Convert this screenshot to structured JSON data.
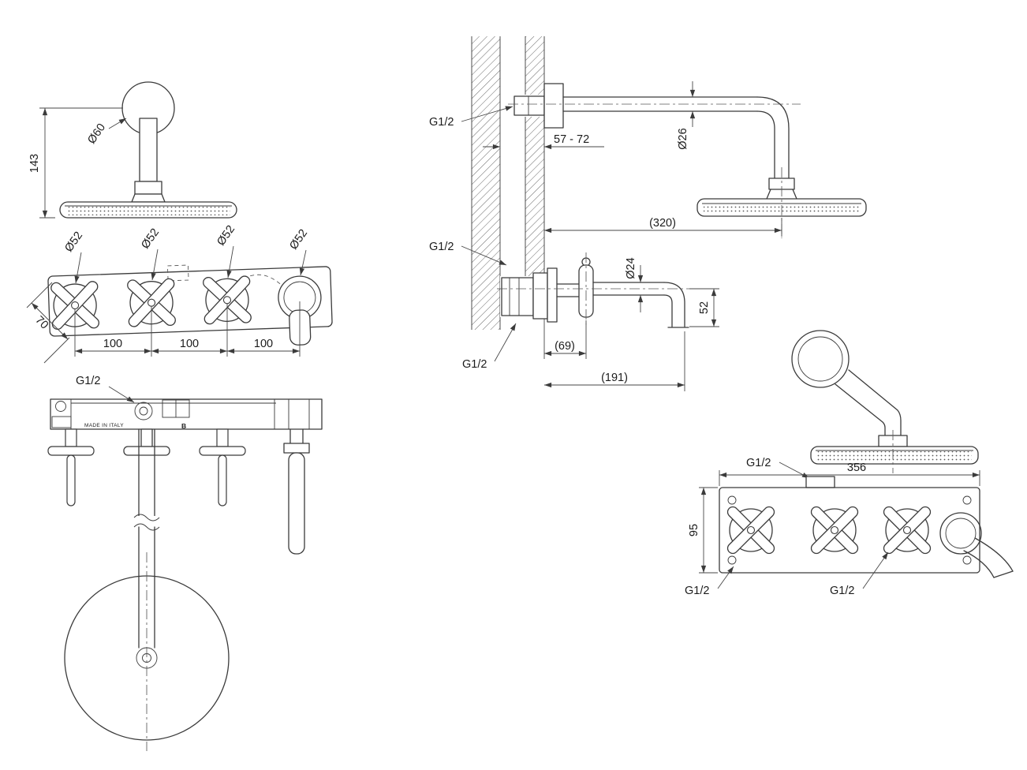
{
  "views": {
    "showerhead_front": {
      "head_diameter": "Ø60",
      "drop_height": "143"
    },
    "trim_front": {
      "handle1_diameter": "Ø52",
      "handle2_diameter": "Ø52",
      "handle3_diameter": "Ø52",
      "spout_escutcheon_diameter": "Ø52",
      "plate_depth": "70",
      "spacing1": "100",
      "spacing2": "100",
      "spacing3": "100"
    },
    "trim_plan": {
      "connection": "G1/2",
      "origin_text": "MADE IN ITALY",
      "marking": "B"
    },
    "installation_side": {
      "connection_top": "G1/2",
      "wall_depth_range": "57 - 72",
      "arm_diameter": "Ø26",
      "arm_reach": "(320)",
      "connection_middle": "G1/2",
      "spout_diameter": "Ø24",
      "spout_drop": "52",
      "connection_bottom": "G1/2",
      "handle_offset": "(69)",
      "spout_reach": "(191)"
    },
    "set_front": {
      "connection_top": "G1/2",
      "plate_width": "356",
      "plate_height": "95",
      "connection_left": "G1/2",
      "connection_right": "G1/2"
    }
  }
}
